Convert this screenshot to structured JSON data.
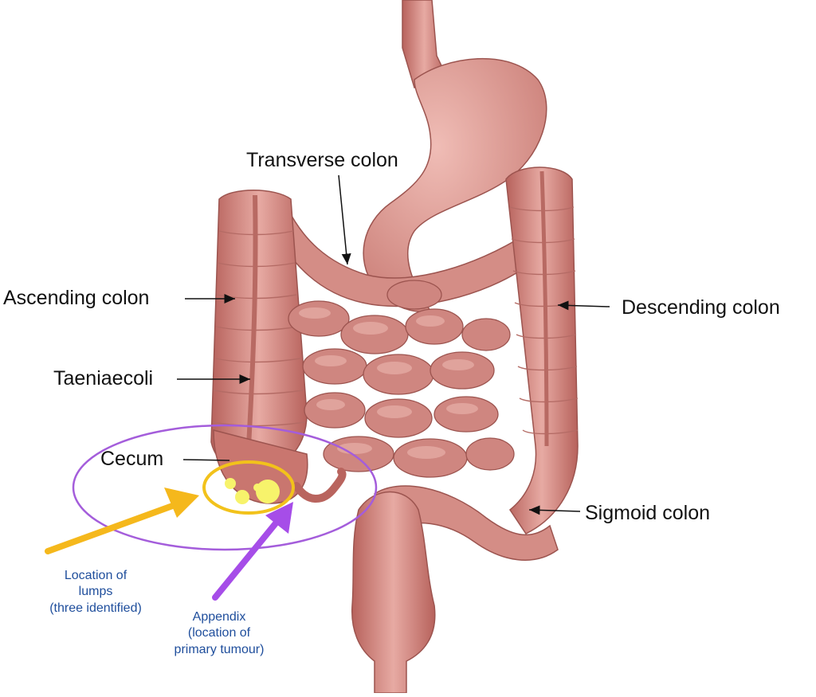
{
  "labels": {
    "transverse": "Transverse colon",
    "ascending": "Ascending colon",
    "descending": "Descending colon",
    "taenia": "Taeniaecoli",
    "cecum": "Cecum",
    "sigmoid": "Sigmoid colon"
  },
  "notes": {
    "lumps": [
      "Location of",
      "lumps",
      "(three identified)"
    ],
    "appendix": [
      "Appendix",
      "(location of",
      "primary tumour)"
    ]
  },
  "colors": {
    "label_text": "#111111",
    "note_text": "#1f4e9c",
    "lump_ring": "#f2c21b",
    "lumps": "#f7f36b",
    "cecum_ring": "#a45ddb",
    "lumps_arrow": "#f5b81c",
    "appendix_arrow": "#a64de8",
    "tissue": "#d9908a",
    "tissue_dark": "#a95a55"
  }
}
